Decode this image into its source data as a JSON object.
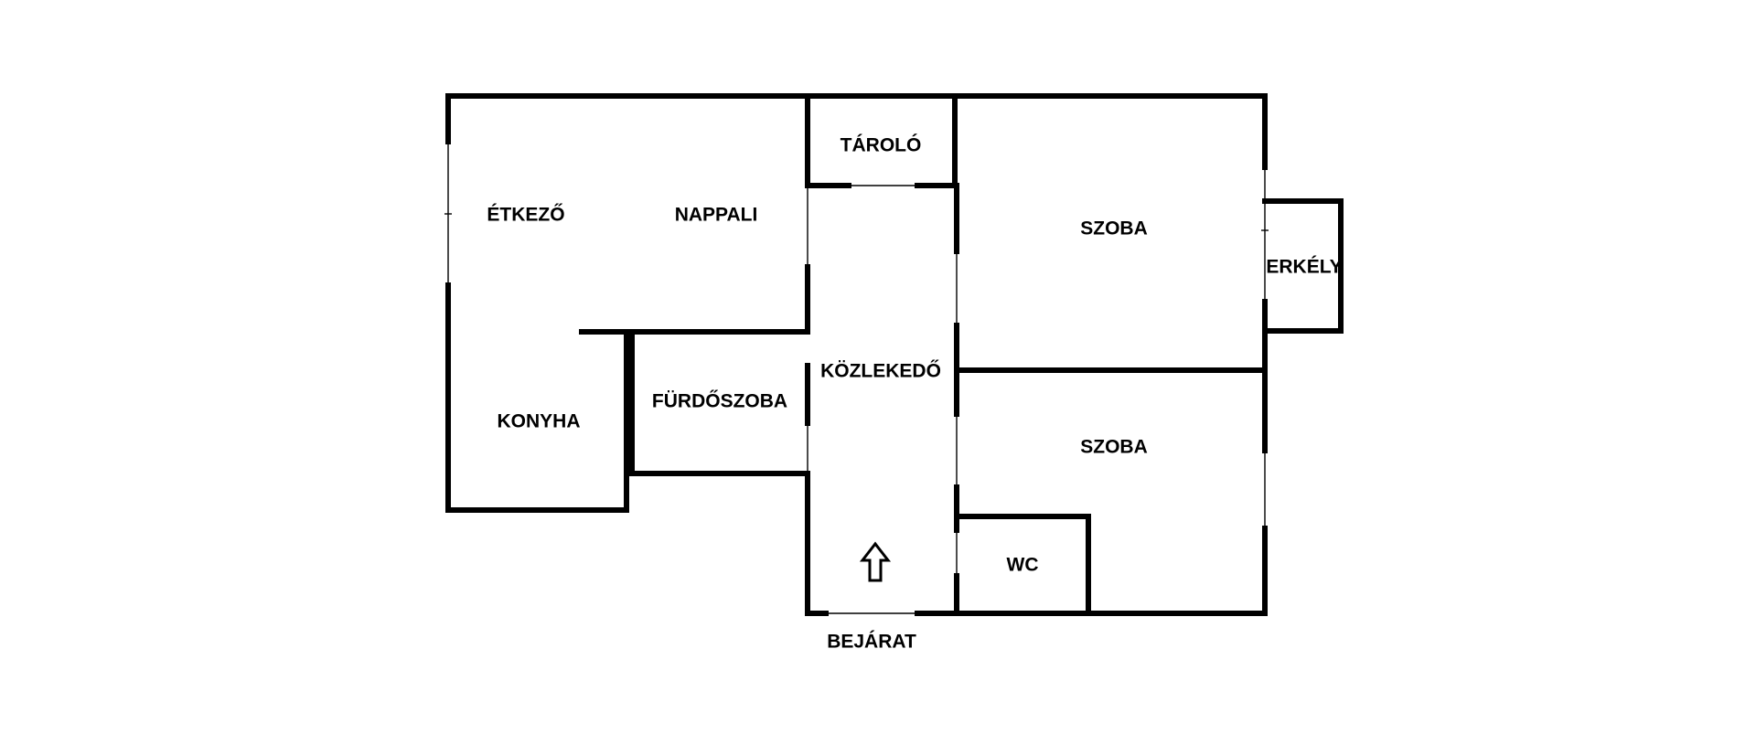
{
  "floor_plan": {
    "rooms": {
      "etkezo": "ÉTKEZŐ",
      "nappali": "NAPPALI",
      "tarolo": "TÁROLÓ",
      "szoba_1": "SZOBA",
      "erkely": "ERKÉLY",
      "kozlekedo": "KÖZLEKEDŐ",
      "furdoszoba": "FÜRDŐSZOBA",
      "konyha": "KONYHA",
      "szoba_2": "SZOBA",
      "wc": "WC"
    },
    "entrance_label": "BEJÁRAT",
    "entrance_arrow_icon": "up-arrow-icon"
  }
}
